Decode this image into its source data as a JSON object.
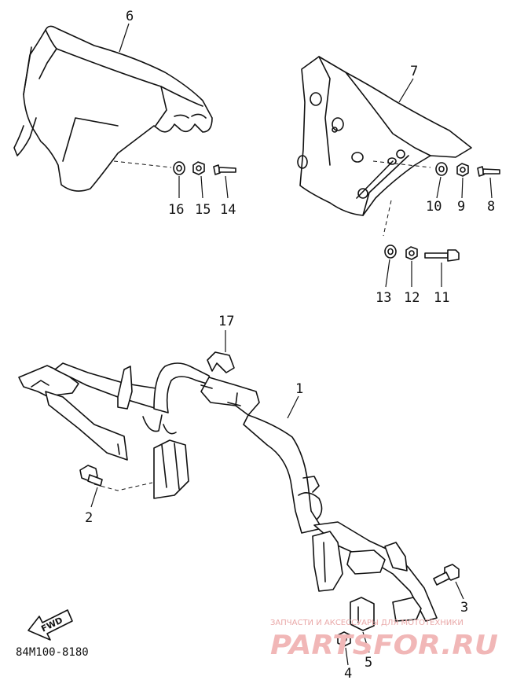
{
  "diagram": {
    "callouts": [
      {
        "id": "c1",
        "text": "1"
      },
      {
        "id": "c2",
        "text": "2"
      },
      {
        "id": "c3",
        "text": "3"
      },
      {
        "id": "c4",
        "text": "4"
      },
      {
        "id": "c5",
        "text": "5"
      },
      {
        "id": "c6",
        "text": "6"
      },
      {
        "id": "c7",
        "text": "7"
      },
      {
        "id": "c8",
        "text": "8"
      },
      {
        "id": "c9",
        "text": "9"
      },
      {
        "id": "c10",
        "text": "10"
      },
      {
        "id": "c11",
        "text": "11"
      },
      {
        "id": "c12",
        "text": "12"
      },
      {
        "id": "c13",
        "text": "13"
      },
      {
        "id": "c14",
        "text": "14"
      },
      {
        "id": "c15",
        "text": "15"
      },
      {
        "id": "c16",
        "text": "16"
      },
      {
        "id": "c17",
        "text": "17"
      }
    ],
    "fwd_label": "FWD",
    "drawing_code": "84M100-8180"
  },
  "watermark": {
    "line1": "ЗАПЧАСТИ И АКСЕССУАРЫ ДЛЯ МОТОТЕХНИКИ",
    "logo": "PARTSFOR.RU",
    "color": "#e9a8a8"
  }
}
